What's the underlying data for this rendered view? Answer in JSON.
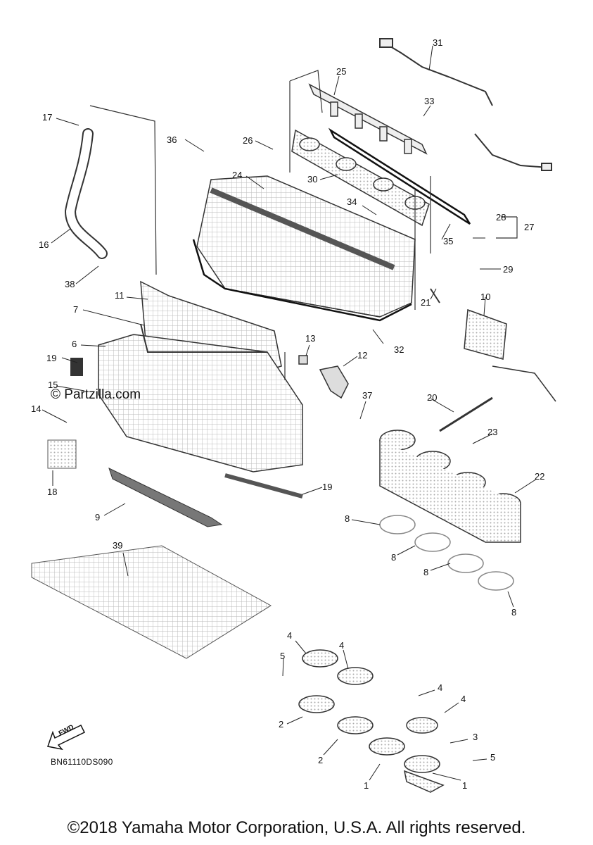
{
  "watermark": "© Partzilla.com",
  "drawing_code": "BN61110DS090",
  "fwd_label": "FWD",
  "copyright": "©2018 Yamaha Motor Corporation, U.S.A. All rights reserved.",
  "callouts": {
    "c1a": "1",
    "c1b": "1",
    "c2a": "2",
    "c2b": "2",
    "c3": "3",
    "c4a": "4",
    "c4b": "4",
    "c4c": "4",
    "c4d": "4",
    "c5a": "5",
    "c5b": "5",
    "c6": "6",
    "c7": "7",
    "c8a": "8",
    "c8b": "8",
    "c8c": "8",
    "c8d": "8",
    "c9": "9",
    "c10": "10",
    "c11": "11",
    "c12": "12",
    "c13": "13",
    "c14": "14",
    "c15": "15",
    "c16": "16",
    "c17": "17",
    "c18": "18",
    "c19a": "19",
    "c19b": "19",
    "c20": "20",
    "c21": "21",
    "c22": "22",
    "c23": "23",
    "c24": "24",
    "c25": "25",
    "c26": "26",
    "c27": "27",
    "c28": "28",
    "c29": "29",
    "c30": "30",
    "c31": "31",
    "c32": "32",
    "c33": "33",
    "c34": "34",
    "c35": "35",
    "c36": "36",
    "c37": "37",
    "c38": "38",
    "c39": "39"
  }
}
